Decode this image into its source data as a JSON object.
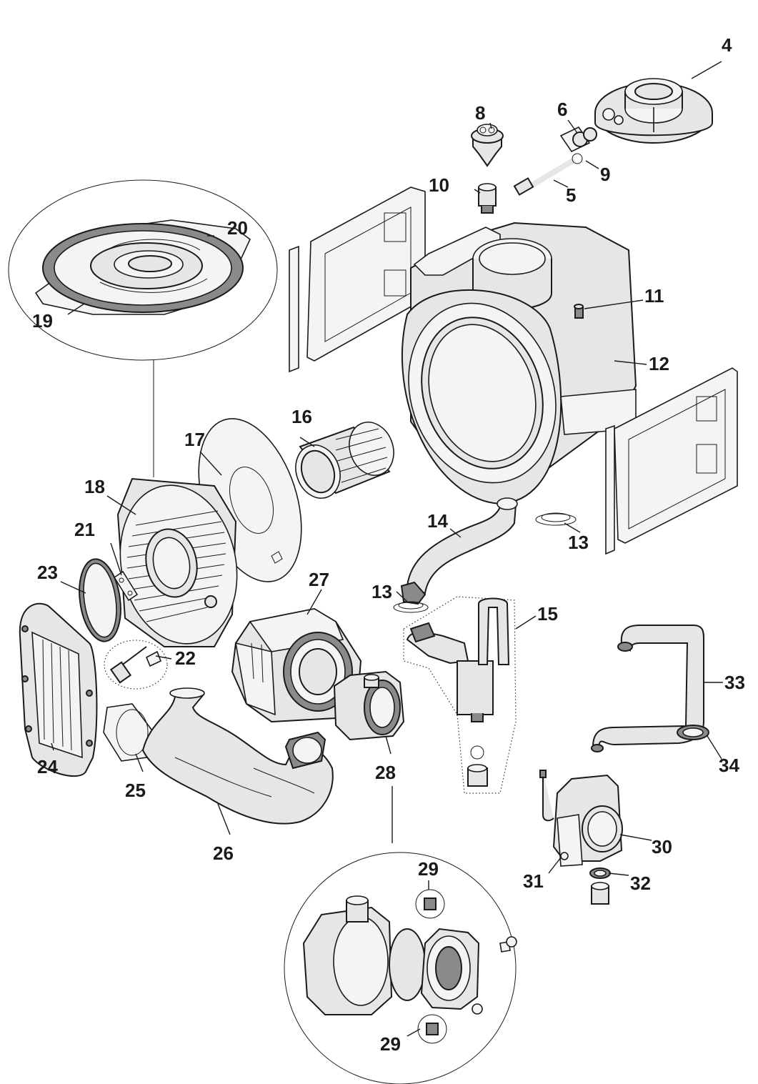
{
  "diagram": {
    "type": "exploded-parts-view",
    "callouts": [
      {
        "id": "4",
        "label": "4"
      },
      {
        "id": "5",
        "label": "5"
      },
      {
        "id": "6",
        "label": "6"
      },
      {
        "id": "8",
        "label": "8"
      },
      {
        "id": "9",
        "label": "9"
      },
      {
        "id": "10",
        "label": "10"
      },
      {
        "id": "11",
        "label": "11"
      },
      {
        "id": "12",
        "label": "12"
      },
      {
        "id": "13a",
        "label": "13"
      },
      {
        "id": "13b",
        "label": "13"
      },
      {
        "id": "14",
        "label": "14"
      },
      {
        "id": "15",
        "label": "15"
      },
      {
        "id": "16",
        "label": "16"
      },
      {
        "id": "17",
        "label": "17"
      },
      {
        "id": "18",
        "label": "18"
      },
      {
        "id": "19",
        "label": "19"
      },
      {
        "id": "20",
        "label": "20"
      },
      {
        "id": "21",
        "label": "21"
      },
      {
        "id": "22",
        "label": "22"
      },
      {
        "id": "23",
        "label": "23"
      },
      {
        "id": "24",
        "label": "24"
      },
      {
        "id": "25",
        "label": "25"
      },
      {
        "id": "26",
        "label": "26"
      },
      {
        "id": "27",
        "label": "27"
      },
      {
        "id": "28",
        "label": "28"
      },
      {
        "id": "29a",
        "label": "29"
      },
      {
        "id": "29b",
        "label": "29"
      },
      {
        "id": "30",
        "label": "30"
      },
      {
        "id": "31",
        "label": "31"
      },
      {
        "id": "32",
        "label": "32"
      },
      {
        "id": "33",
        "label": "33"
      },
      {
        "id": "34",
        "label": "34"
      }
    ]
  }
}
